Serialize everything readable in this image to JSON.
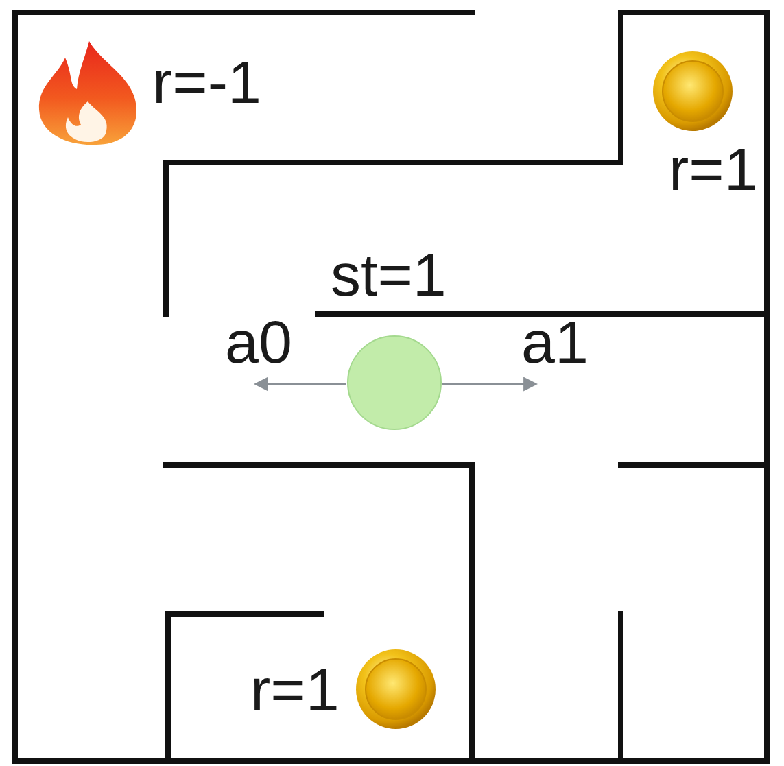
{
  "diagram": {
    "labels": [
      "r=-1",
      "r=1",
      "st=1",
      "a0",
      "a1",
      "r=1"
    ]
  }
}
